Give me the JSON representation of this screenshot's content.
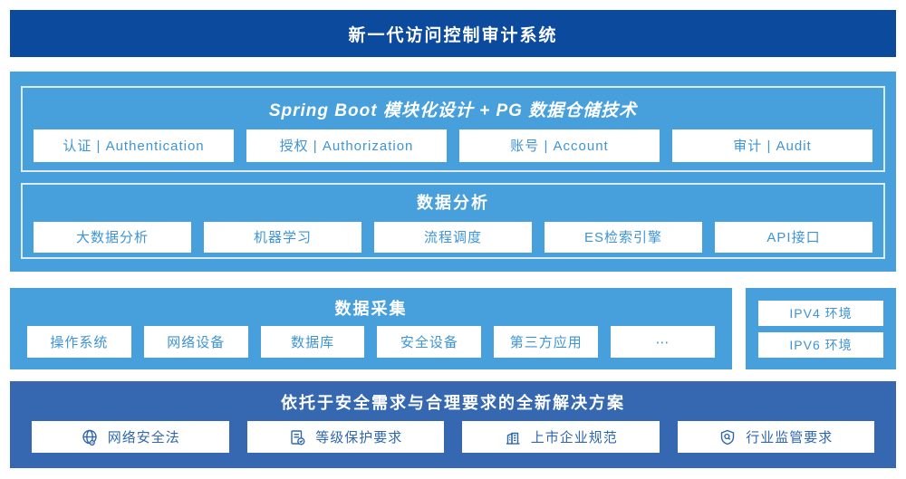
{
  "header": {
    "title": "新一代访问控制审计系统"
  },
  "platform": {
    "modules": {
      "title": "Spring Boot 模块化设计 + PG 数据仓储技术",
      "items": [
        "认证 | Authentication",
        "授权 | Authorization",
        "账号 | Account",
        "审计 | Audit"
      ]
    },
    "analysis": {
      "title": "数据分析",
      "items": [
        "大数据分析",
        "机器学习",
        "流程调度",
        "ES检索引擎",
        "API接口"
      ]
    }
  },
  "collection": {
    "title": "数据采集",
    "items": [
      "操作系统",
      "网络设备",
      "数据库",
      "安全设备",
      "第三方应用",
      "⋯"
    ]
  },
  "environments": {
    "items": [
      "IPV4 环境",
      "IPV6 环境"
    ]
  },
  "solution": {
    "title": "依托于安全需求与合理要求的全新解决方案",
    "items": [
      {
        "icon": "globe-icon",
        "label": "网络安全法"
      },
      {
        "icon": "checklist-icon",
        "label": "等级保护要求"
      },
      {
        "icon": "building-icon",
        "label": "上市企业规范"
      },
      {
        "icon": "shield-search-icon",
        "label": "行业监管要求"
      }
    ]
  },
  "colors": {
    "banner_blue": "#0c4a9e",
    "sky_blue": "#479fdb",
    "solution_blue": "#3568b0",
    "item_text_sky": "#3e94d6",
    "item_text_solution": "#2f67ae",
    "inner_border": "rgba(255,255,255,0.8)"
  }
}
